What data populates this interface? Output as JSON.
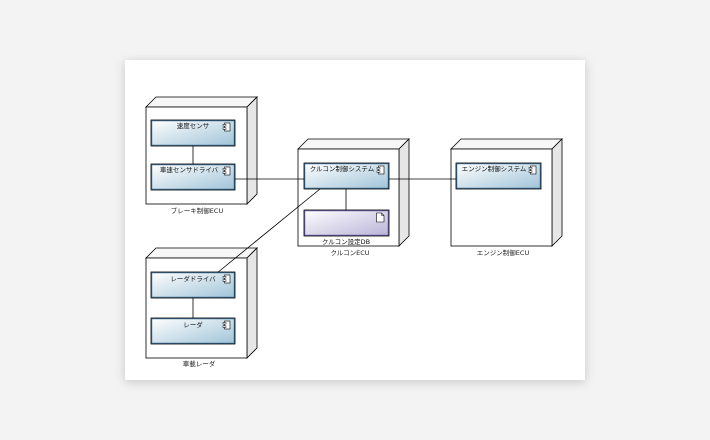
{
  "nodes": {
    "brake_ecu": {
      "label": "ブレーキ制御ECU"
    },
    "cruise_ecu": {
      "label": "クルコンECU"
    },
    "engine_ecu": {
      "label": "エンジン制御ECU"
    },
    "vehicle_radar": {
      "label": "車載レーダ"
    }
  },
  "components": {
    "speed_sensor": {
      "label": "速度センサ"
    },
    "speed_sensor_driver": {
      "label": "車速センサドライバ"
    },
    "cruise_control_system": {
      "label": "クルコン制御システム"
    },
    "cruise_settings_db": {
      "label": "クルコン設定DB"
    },
    "engine_control_system": {
      "label": "エンジン制御システム"
    },
    "radar_driver": {
      "label": "レーダドライバ"
    },
    "radar": {
      "label": "レーダ"
    }
  },
  "colors": {
    "background": "#f3f3f3",
    "paper": "#ffffff",
    "component_gradient_light": "#ffffff",
    "component_gradient_dark": "#9fc3d8",
    "artifact_gradient_dark": "#b9b2d8",
    "outline": "#000000"
  },
  "icons": {
    "component": "component-icon",
    "artifact": "document-icon"
  }
}
